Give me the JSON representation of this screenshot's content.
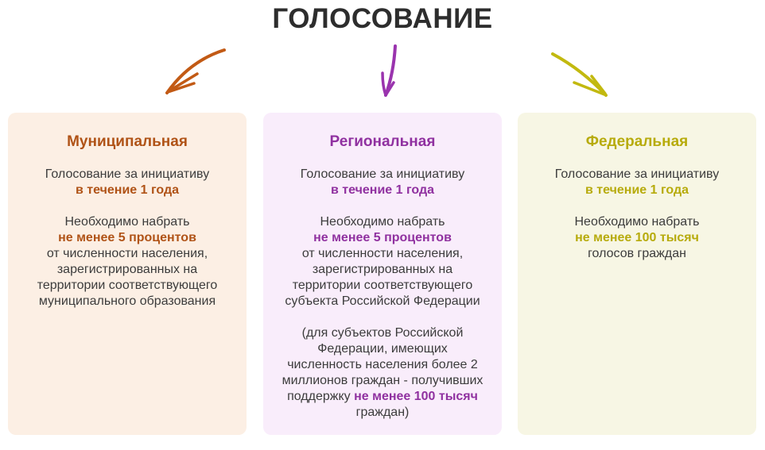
{
  "page": {
    "title": "ГОЛОСОВАНИЕ"
  },
  "arrows": [
    {
      "icon": "hand-drawn-arrow-down-left",
      "color": "#c25a15",
      "points_to": "Муниципальная"
    },
    {
      "icon": "hand-drawn-arrow-down",
      "color": "#9a34ae",
      "points_to": "Региональная"
    },
    {
      "icon": "hand-drawn-arrow-down-right",
      "color": "#c2b90f",
      "points_to": "Федеральная"
    }
  ],
  "cards": [
    {
      "title": "Муниципальная",
      "colors": {
        "background": "#fcefe4",
        "accent": "#b05317"
      },
      "voting_text": "Голосование за инициативу",
      "voting_period": "в течение 1 года",
      "requirement_intro": "Необходимо набрать",
      "requirement_threshold": "не менее 5 процентов",
      "requirement_lines": [
        "от численности населения,",
        "зарегистрированных на",
        "территории соответствующего",
        "муниципального образования"
      ]
    },
    {
      "title": "Региональная",
      "colors": {
        "background": "#f9edfb",
        "accent": "#9031a0"
      },
      "voting_text": "Голосование за инициативу",
      "voting_period": "в течение 1 года",
      "requirement_intro": "Необходимо набрать",
      "requirement_threshold": "не менее 5 процентов",
      "requirement_lines": [
        "от численности населения,",
        "зарегистрированных на",
        "территории соответствующего",
        "субъекта Российской Федерации"
      ],
      "note": {
        "line1": "(для субъектов Российской",
        "line2": "Федерации, имеющих",
        "line3": "численность населения более 2",
        "line4": "миллионов граждан - получивших",
        "line5_prefix": "поддержку ",
        "line5_threshold": "не менее 100 тысяч",
        "line6": "граждан)"
      }
    },
    {
      "title": "Федеральная",
      "colors": {
        "background": "#f7f6e4",
        "accent": "#b7ab0c"
      },
      "voting_text": "Голосование за инициативу",
      "voting_period": "в течение 1 года",
      "requirement_intro": "Необходимо набрать",
      "requirement_threshold": "не менее 100 тысяч",
      "requirement_lines": [
        "голосов граждан"
      ]
    }
  ]
}
